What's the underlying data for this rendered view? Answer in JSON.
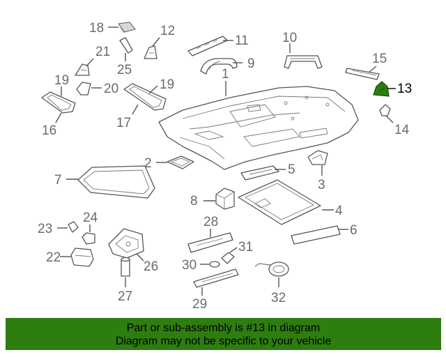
{
  "diagram": {
    "highlighted_part": "13",
    "highlight_color": "#2e7d0f",
    "callouts": [
      "1",
      "2",
      "3",
      "4",
      "5",
      "6",
      "7",
      "8",
      "9",
      "10",
      "11",
      "12",
      "13",
      "14",
      "15",
      "16",
      "17",
      "18",
      "19",
      "19",
      "20",
      "21",
      "22",
      "23",
      "24",
      "25",
      "26",
      "27",
      "28",
      "29",
      "30",
      "31",
      "32"
    ]
  },
  "banner": {
    "line1": "Part or sub-assembly is #13 in diagram",
    "line2": "Diagram may not be specific to your vehicle",
    "background": "#2e7d0f"
  }
}
